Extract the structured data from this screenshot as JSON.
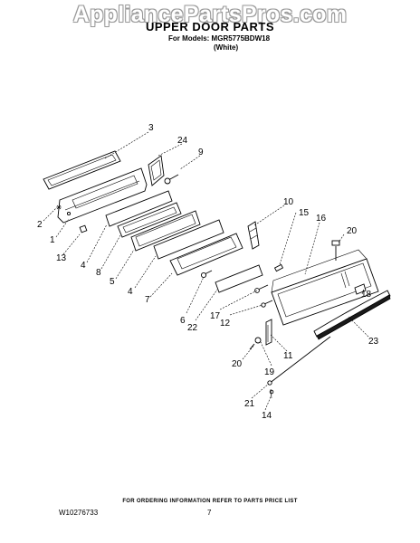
{
  "watermark": "AppliancePartsPros.com",
  "header": {
    "title": "UPPER DOOR PARTS",
    "models_line": "For Models: MGR5775BDW18",
    "color_line": "(White)"
  },
  "diagram": {
    "callouts": [
      "3",
      "24",
      "9",
      "2",
      "1",
      "13",
      "4",
      "8",
      "5",
      "4",
      "7",
      "10",
      "15",
      "16",
      "20",
      "18",
      "6",
      "22",
      "17",
      "12",
      "23",
      "11",
      "20",
      "19",
      "21",
      "14"
    ]
  },
  "footer": {
    "ordering_note": "FOR ORDERING INFORMATION REFER TO PARTS PRICE LIST",
    "doc_number": "W10276733",
    "page_number": "7"
  }
}
